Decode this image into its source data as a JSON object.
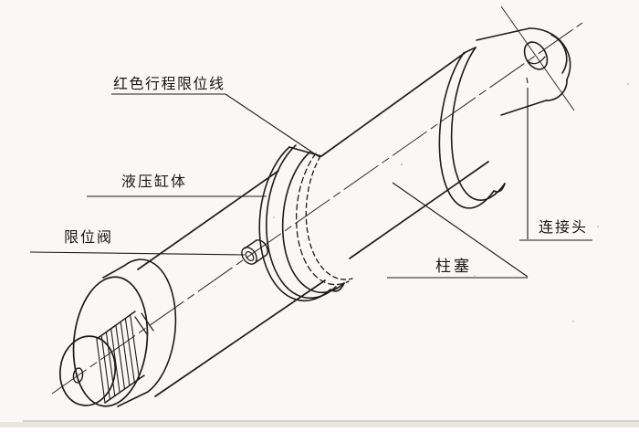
{
  "diagram": {
    "labels": {
      "red_limit_line": "红色行程限位线",
      "cylinder_body": "液压缸体",
      "limit_valve": "限位阀",
      "plunger": "柱塞",
      "connector": "连接头"
    },
    "colors": {
      "ink": "#1c1c1c",
      "paper": "#f9f8f4",
      "scan_shadow": "#c9c5bd"
    }
  }
}
